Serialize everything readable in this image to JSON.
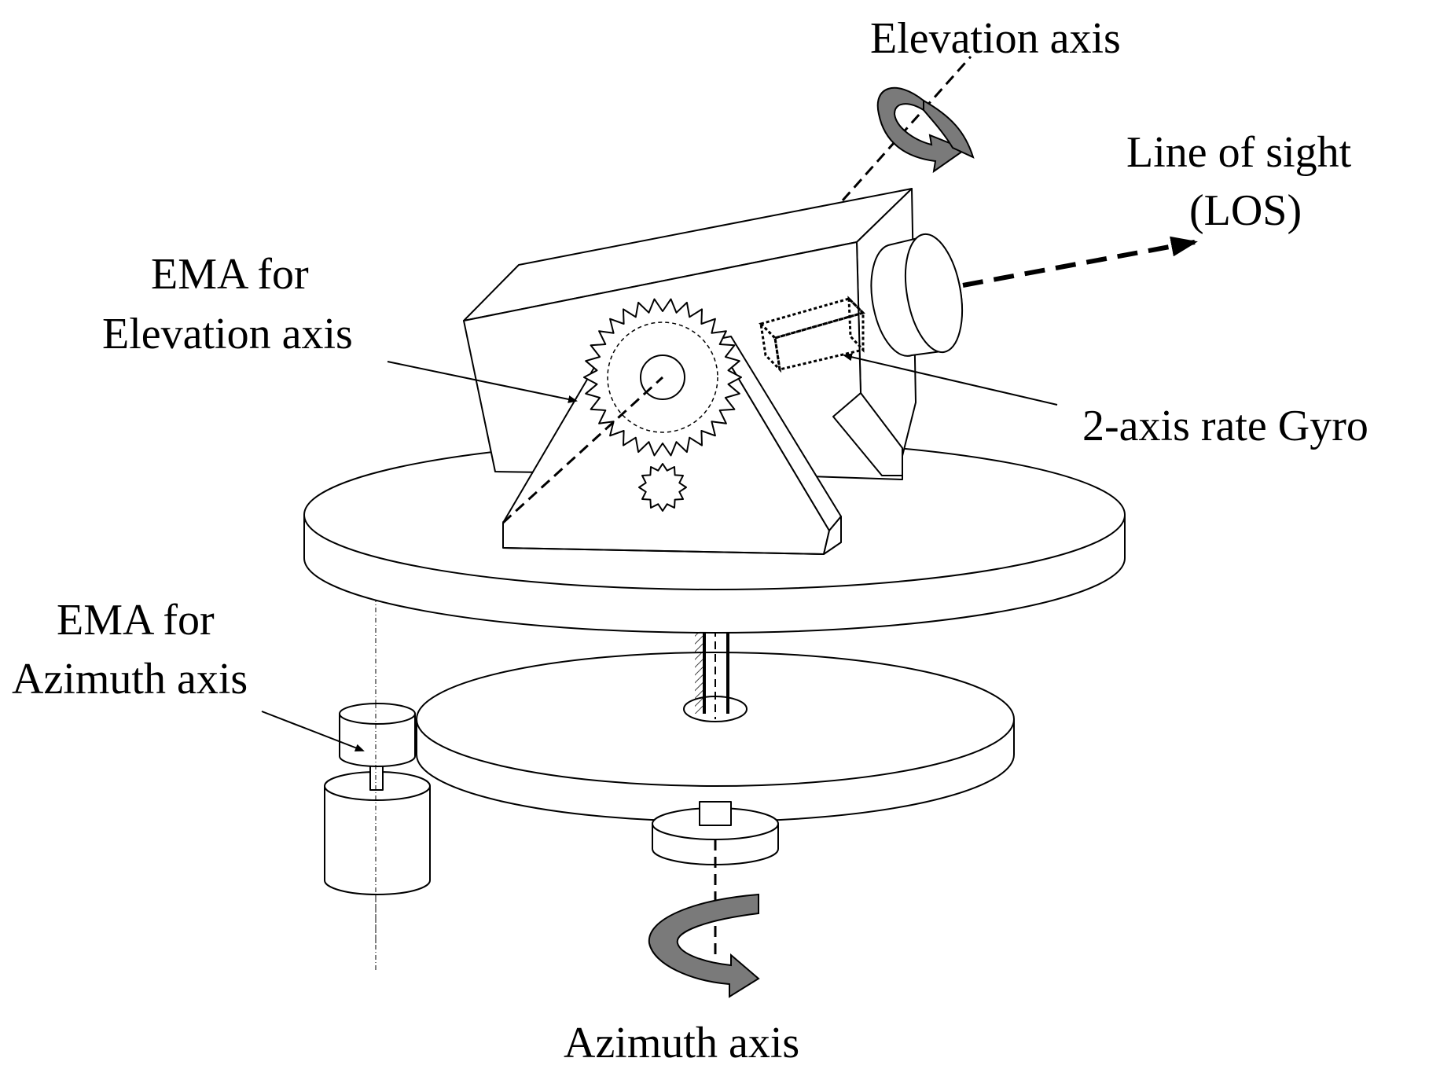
{
  "labels": {
    "elevation_axis": "Elevation axis",
    "line_of_sight_1": "Line of sight",
    "line_of_sight_2": "(LOS)",
    "ema_elevation_1": "EMA for",
    "ema_elevation_2": "Elevation axis",
    "gyro": "2-axis rate Gyro",
    "ema_azimuth_1": "EMA for",
    "ema_azimuth_2": "Azimuth axis",
    "azimuth_axis": "Azimuth axis"
  },
  "colors": {
    "stroke": "#000000",
    "background": "#ffffff",
    "rotation_arrow": "#7a7a7a"
  }
}
